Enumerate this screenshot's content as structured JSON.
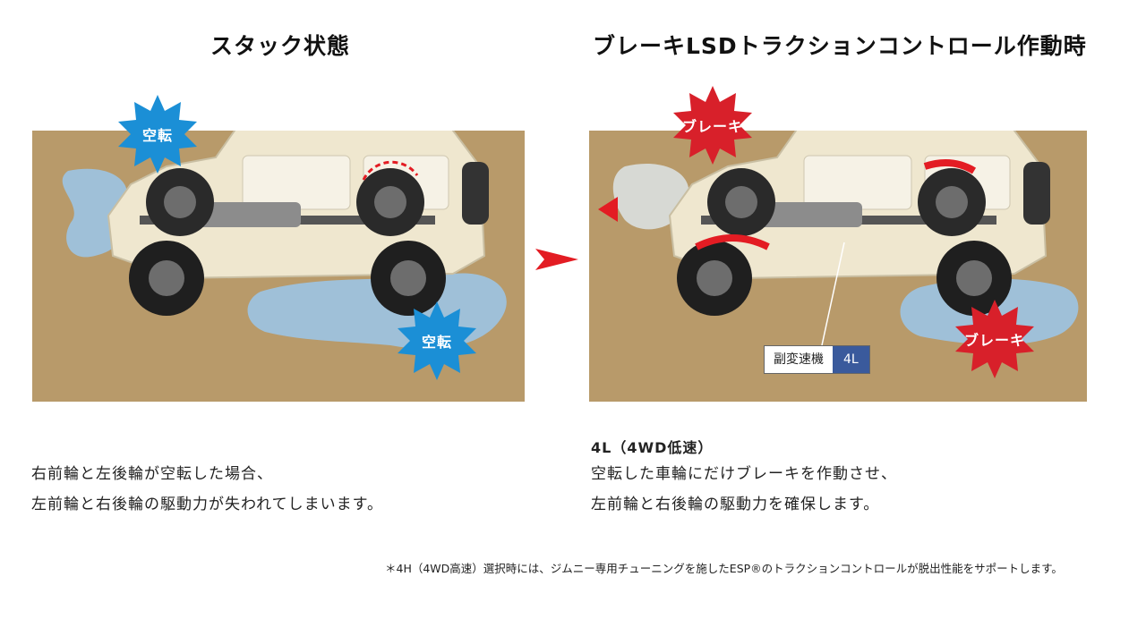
{
  "left": {
    "title": "スタック状態",
    "badge_top": "空転",
    "badge_bottom": "空転",
    "description_line1": "右前輪と左後輪が空転した場合、",
    "description_line2": "左前輪と右後輪の駆動力が失われてしまいます。"
  },
  "right": {
    "title": "ブレーキLSDトラクションコントロール作動時",
    "badge_top": "ブレーキ",
    "badge_bottom": "ブレーキ",
    "transfer_label": "副変速機",
    "transfer_value": "4L",
    "subheading": "4L（4WD低速）",
    "description_line1": "空転した車輪にだけブレーキを作動させ、",
    "description_line2": "左前輪と右後輪の駆動力を確保します。"
  },
  "footnote": "＊4H（4WD高速）選択時には、ジムニー専用チューニングを施したESP®のトラクションコントロールが脱出性能をサポートします。",
  "colors": {
    "ground": "#b89a6a",
    "water": "#9cc4e4",
    "spin_badge": "#1b8fd6",
    "brake_badge": "#d8202a",
    "car_body": "#efe7cf",
    "accent_arrow": "#e31c23"
  }
}
